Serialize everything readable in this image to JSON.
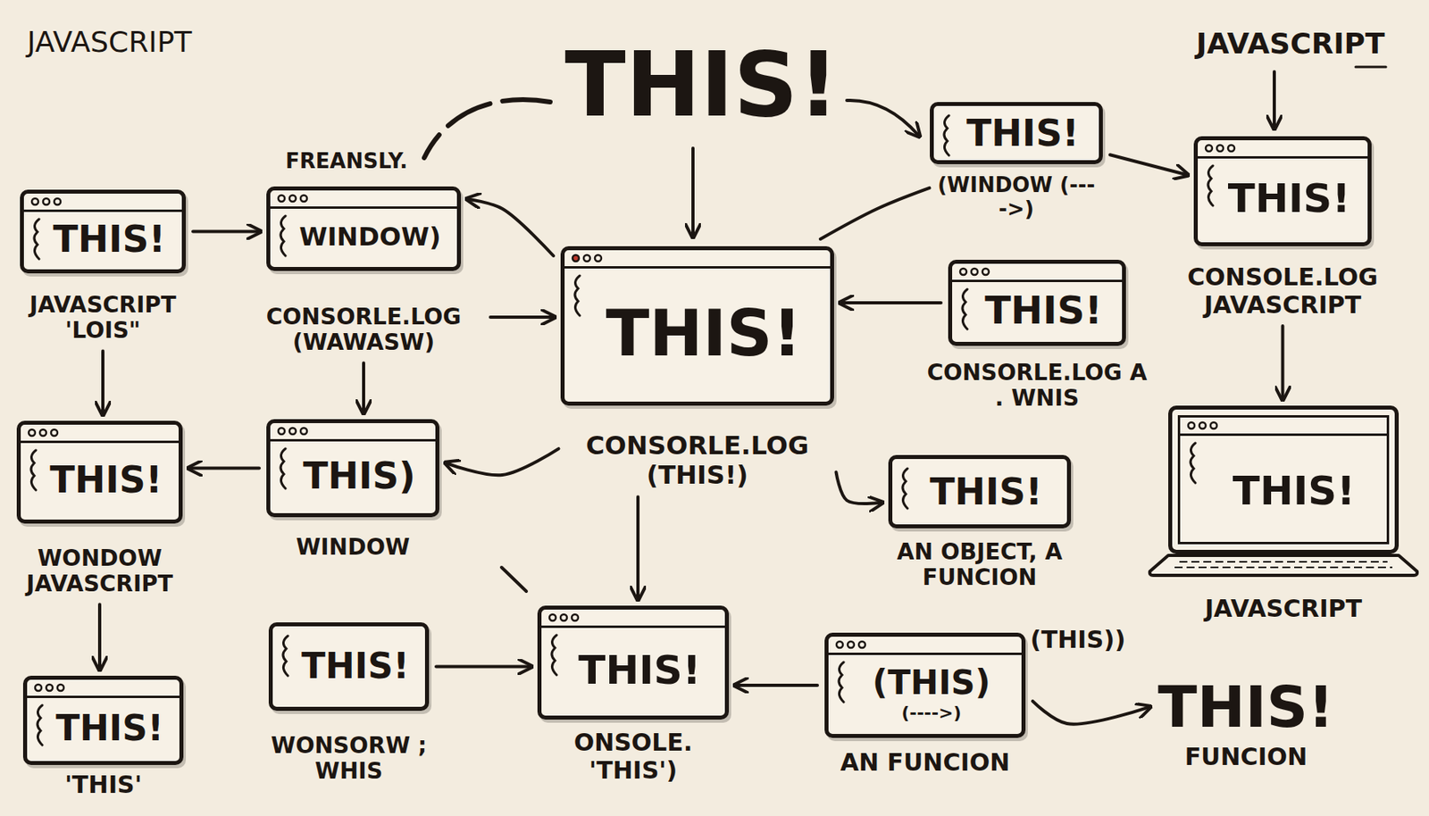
{
  "diagram": {
    "title": "THIS!",
    "nodes": [
      {
        "text": [
          "THIS!",
          "JAVASCRIPT 'LOIS\""
        ]
      },
      {
        "text": [
          "WINDOW)",
          "CONSORLE.LOG (WAWASW)"
        ]
      },
      {
        "text": [
          "THIS!",
          "CONSORLE.LOG (THIS!)"
        ]
      },
      {
        "text": [
          "THIS!",
          "(WINDOW (---->)"
        ]
      },
      {
        "text": [
          "THIS!",
          "CONSOLE.LOG JAVASCRIPT"
        ]
      },
      {
        "text": [
          "THIS!",
          "CONSORLE.LOG A . WNIS"
        ]
      },
      {
        "text": [
          "THIS!",
          "WONDOW JAVASCRIPT"
        ]
      },
      {
        "text": [
          "THIS)",
          "WINDOW"
        ]
      },
      {
        "text": [
          "THIS!",
          "AN OBJECT, A FUNCION"
        ]
      },
      {
        "text": [
          "THIS!",
          "JAVASCRIPT"
        ]
      },
      {
        "text": [
          "THIS!",
          "'THIS'"
        ]
      },
      {
        "text": [
          "THIS!",
          "WONSORW ; WHIS"
        ]
      },
      {
        "text": [
          "THIS!",
          "ONSOLE. 'THIS')"
        ]
      },
      {
        "text": [
          "(THIS)",
          "(---->)",
          "AN FUNCION"
        ]
      },
      {
        "text": [
          "THIS!",
          "FUNCION"
        ]
      }
    ],
    "edges": [
      {
        "from": 0,
        "to": 1,
        "arrow": "to"
      },
      {
        "from": 2,
        "to": 1,
        "arrow": "to"
      },
      {
        "from": 1,
        "to": 2,
        "arrow": "to"
      },
      {
        "from": 1,
        "to": 7,
        "arrow": "to"
      },
      {
        "from": 0,
        "to": 6,
        "arrow": "to"
      },
      {
        "from": 7,
        "to": 6,
        "arrow": "to"
      },
      {
        "from": 2,
        "to": 7,
        "arrow": "to"
      },
      {
        "from": 2,
        "to": 12,
        "arrow": "to"
      },
      {
        "from": 2,
        "to": 8,
        "arrow": "to"
      },
      {
        "from": 5,
        "to": 2,
        "arrow": "to"
      },
      {
        "from": 3,
        "to": 2,
        "arrow": "none"
      },
      {
        "from": 3,
        "to": 4,
        "arrow": "to"
      },
      {
        "from": 4,
        "to": 9,
        "arrow": "to"
      },
      {
        "from": 6,
        "to": 10,
        "arrow": "to"
      },
      {
        "from": 11,
        "to": 12,
        "arrow": "to"
      },
      {
        "from": 13,
        "to": 12,
        "arrow": "to"
      },
      {
        "from": 13,
        "to": 14,
        "arrow": "to"
      }
    ],
    "labels": [
      "JAVASCRIPT",
      "FREANSLY.",
      "JAVASCRIPT",
      "(THIS))"
    ]
  }
}
